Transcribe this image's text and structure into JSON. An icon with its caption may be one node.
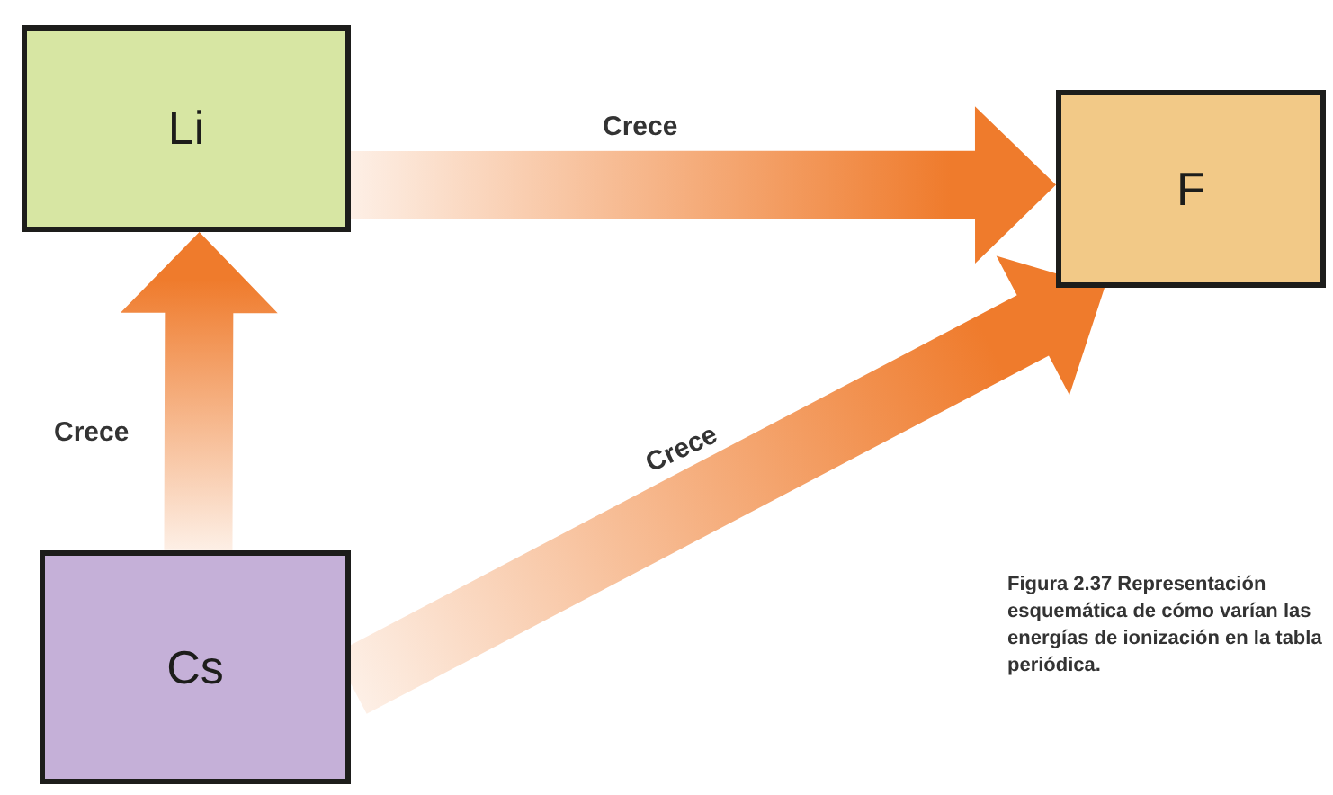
{
  "diagram": {
    "nodes": [
      {
        "text": [
          "Li"
        ]
      },
      {
        "text": [
          "F"
        ]
      },
      {
        "text": [
          "Cs"
        ]
      }
    ],
    "edges": [
      {
        "from": 0,
        "to": 1,
        "arrow": "to",
        "label": "Crece",
        "style": "thick"
      },
      {
        "from": 2,
        "to": 0,
        "arrow": "to",
        "label": "Crece",
        "style": "thick"
      },
      {
        "from": 2,
        "to": 1,
        "arrow": "to",
        "label": "Crece",
        "style": "thick"
      }
    ],
    "caption": "Figura 2.37 Representación esquemática de cómo varían las energías de ionización en la tabla periódica."
  }
}
